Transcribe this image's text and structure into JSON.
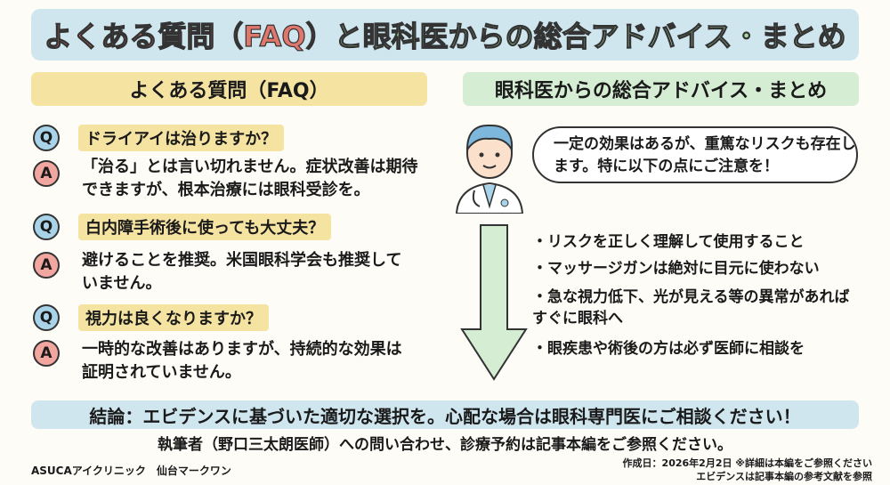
{
  "title": {
    "part1": "よくある質問（FAQ）",
    "part2": "と眼科医からの総合アドバイス・まとめ"
  },
  "faq": {
    "header": "よくある質問（FAQ）",
    "q_label": "Q",
    "a_label": "A",
    "items": [
      {
        "q": "ドライアイは治りますか？",
        "a": "「治る」とは言い切れません。症状改善は期待できますが、根本治療には眼科受診を。"
      },
      {
        "q": "白内障手術後に使っても大丈夫？",
        "a": "避けることを推奨。米国眼科学会も推奨していません。"
      },
      {
        "q": "視力は良くなりますか？",
        "a": "一時的な改善はありますが、持続的な効果は証明されていません。"
      }
    ]
  },
  "advice": {
    "header": "眼科医からの総合アドバイス・まとめ",
    "bubble": "一定の効果はあるが、重篤なリスクも存在します。特に以下の点にご注意を！",
    "bullets": [
      "・リスクを正しく理解して使用すること",
      "・マッサージガンは絶対に目元に使わない",
      "・急な視力低下、光が見える等の異常があればすぐに眼科へ",
      "・眼疾患や術後の方は必ず医師に相談を"
    ]
  },
  "conclusion": "結論：エビデンスに基づいた適切な選択を。心配な場合は眼科専門医にご相談ください！",
  "contact": "執筆者（野口三太朗医師）への問い合わせ、診療予約は記事本編をご参照ください。",
  "footer": {
    "clinic": "ASUCAアイクリニック　仙台マークワン",
    "date_note": "作成日：2026年2月2日 ※詳細は本編をご参照ください",
    "evidence_note": "エビデンスは記事本編の参考文献を参照"
  }
}
